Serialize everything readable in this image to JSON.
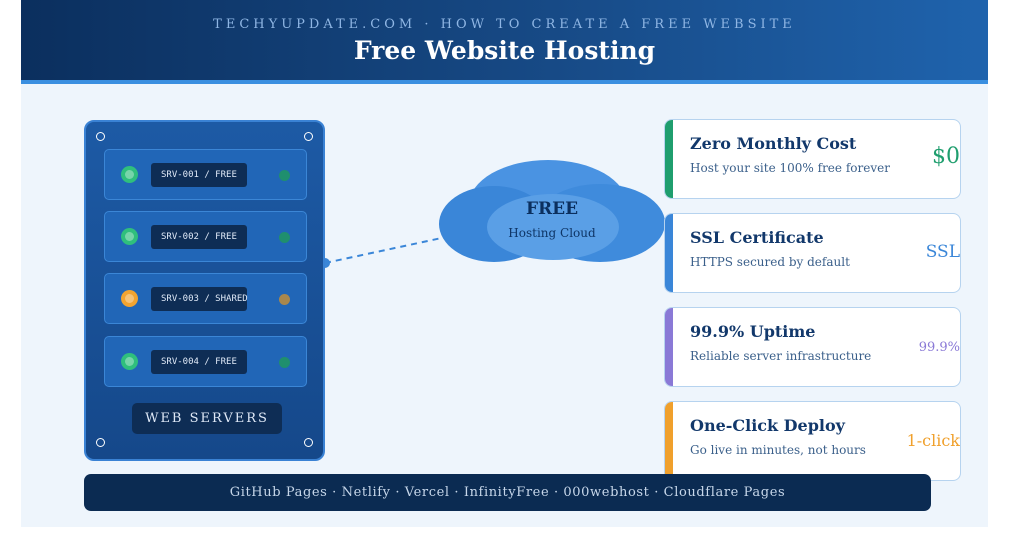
{
  "header": {
    "subtitle": "TECHYUPDATE.COM · HOW TO CREATE A FREE WEBSITE",
    "title": "Free Website Hosting"
  },
  "server": {
    "racks": [
      {
        "label": "SRV-001 / FREE",
        "status": "green"
      },
      {
        "label": "SRV-002 / FREE",
        "status": "green"
      },
      {
        "label": "SRV-003 / SHARED",
        "status": "orange"
      },
      {
        "label": "SRV-004 / FREE",
        "status": "green"
      }
    ],
    "label": "WEB SERVERS"
  },
  "cloud": {
    "title": "FREE",
    "subtitle": "Hosting Cloud"
  },
  "features": [
    {
      "title": "Zero Monthly Cost",
      "desc": "Host your site 100% free forever",
      "badge": "$0",
      "color": "#1f9e6e"
    },
    {
      "title": "SSL Certificate",
      "desc": "HTTPS secured by default",
      "badge": "SSL",
      "color": "#3a86d8"
    },
    {
      "title": "99.9% Uptime",
      "desc": "Reliable server infrastructure",
      "badge": "99.9%",
      "color": "#8a79d6"
    },
    {
      "title": "One-Click Deploy",
      "desc": "Go live in minutes, not hours",
      "badge": "1-click",
      "color": "#f0a02c"
    }
  ],
  "footer": {
    "providers": "GitHub Pages · Netlify · Vercel · InfinityFree · 000webhost · Cloudflare Pages"
  },
  "colors": {
    "led_green": "#2fbf7d",
    "led_orange": "#f2a431",
    "connector": "#3a86d8"
  }
}
